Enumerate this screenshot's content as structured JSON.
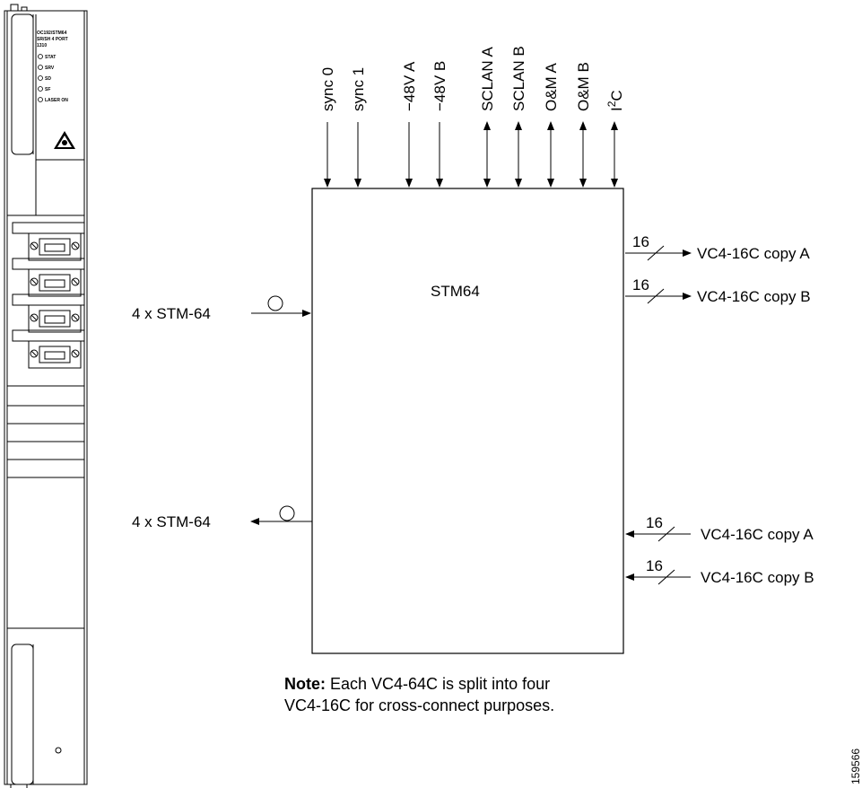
{
  "card": {
    "name_lines": [
      "OC192/STM64",
      "SR/SH 4 PORT",
      "1310"
    ],
    "leds": [
      "STAT",
      "SRV",
      "SD",
      "SF",
      "LASER ON"
    ]
  },
  "block": {
    "label": "STM64"
  },
  "top_signals": [
    "sync 0",
    "sync 1",
    "−48V A",
    "−48V B",
    "SCLAN A",
    "SCLAN B",
    "O&M A",
    "O&M B"
  ],
  "i2c": {
    "base": "I",
    "sup": "2",
    "tail": "C"
  },
  "left": {
    "input_label": "4 x STM-64",
    "output_label": "4 x STM-64"
  },
  "right": {
    "bus_width": "16",
    "outputs": [
      "VC4-16C copy A",
      "VC4-16C copy B"
    ],
    "inputs": [
      "VC4-16C copy A",
      "VC4-16C copy B"
    ]
  },
  "note": {
    "bold": "Note:",
    "line1": " Each VC4-64C is split into four",
    "line2": "VC4-16C for cross-connect purposes."
  },
  "figure_id": "159566"
}
